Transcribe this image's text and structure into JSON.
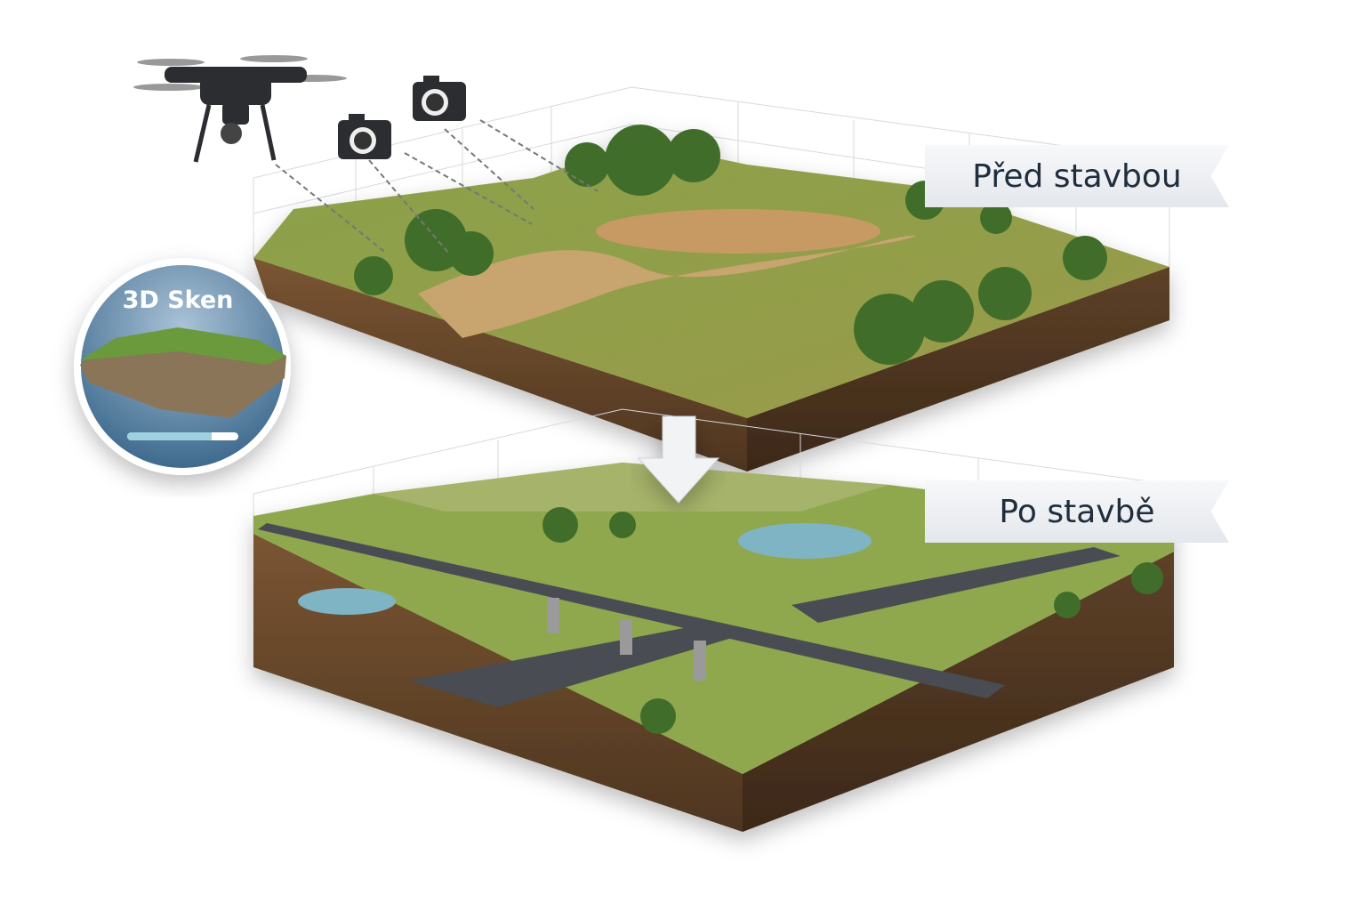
{
  "labels": {
    "before": "Před stavbou",
    "after": "Po stavbě"
  },
  "scan": {
    "title": "3D Sken",
    "progress": 0.76
  },
  "icons": [
    "drone-icon",
    "camera-icon",
    "down-arrow-icon"
  ],
  "colors": {
    "grass": "#7e9a3c",
    "soil": "#6b4a2c",
    "road": "#4a4d52",
    "water": "#7fb4c4",
    "scan_bg": "#3e6a8e"
  }
}
